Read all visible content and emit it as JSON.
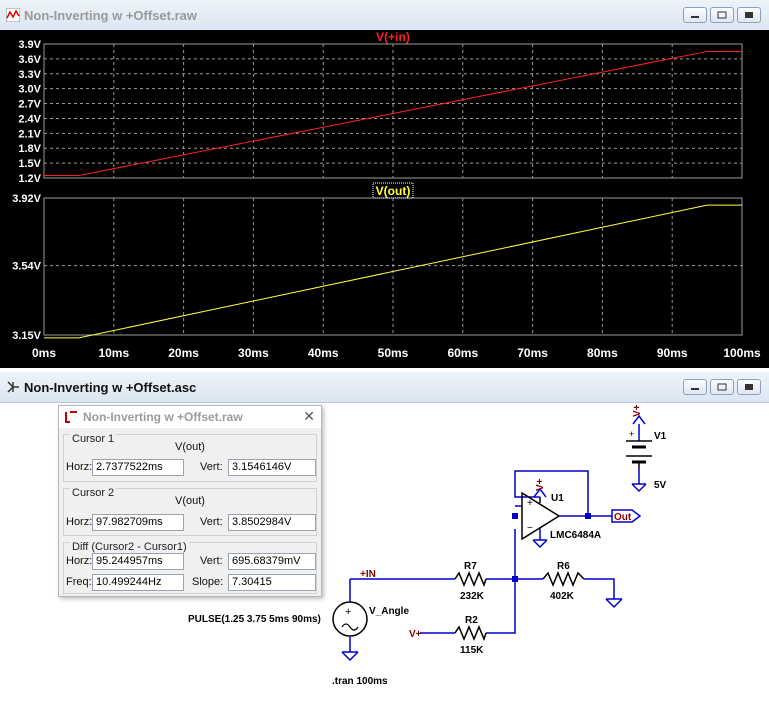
{
  "waveform_window": {
    "title": "Non-Inverting w +Offset.raw",
    "top_plot": {
      "trace_label": "V(+in)",
      "trace_color": "#ff2020",
      "y_ticks": [
        "3.9V",
        "3.6V",
        "3.3V",
        "3.0V",
        "2.7V",
        "2.4V",
        "2.1V",
        "1.8V",
        "1.5V",
        "1.2V"
      ]
    },
    "bottom_plot": {
      "trace_label": "V(out)",
      "trace_color": "#ffff40",
      "y_ticks": [
        "3.92V",
        "3.54V",
        "3.15V"
      ]
    },
    "x_ticks": [
      "0ms",
      "10ms",
      "20ms",
      "30ms",
      "40ms",
      "50ms",
      "60ms",
      "70ms",
      "80ms",
      "90ms",
      "100ms"
    ]
  },
  "chart_data": [
    {
      "type": "line",
      "series": [
        {
          "name": "V(+in)",
          "x_ms": [
            0,
            5,
            95,
            100
          ],
          "y_v": [
            1.25,
            1.25,
            3.75,
            3.75
          ]
        }
      ],
      "ylim": [
        1.2,
        3.9
      ],
      "xlim": [
        0,
        100
      ]
    },
    {
      "type": "line",
      "series": [
        {
          "name": "V(out)",
          "x_ms": [
            0,
            5,
            95,
            100
          ],
          "y_v": [
            3.134,
            3.134,
            3.88,
            3.88
          ]
        }
      ],
      "ylim": [
        3.15,
        3.92
      ],
      "xlim": [
        0,
        100
      ]
    }
  ],
  "schematic_window": {
    "title": "Non-Inverting w +Offset.asc",
    "labels": {
      "vplus_supply": "V+",
      "v1_name": "V1",
      "v1_value": "5V",
      "u1_name": "U1",
      "u1_model": "LMC6484A",
      "out_label": "Out",
      "in_label": "+IN",
      "r7_name": "R7",
      "r7_value": "232K",
      "r6_name": "R6",
      "r6_value": "402K",
      "r2_name": "R2",
      "r2_value": "115K",
      "vangle_name": "V_Angle",
      "pulse": "PULSE(1.25 3.75 5ms 90ms)",
      "vplus_r2": "V+",
      "vplus_opamp": "V+",
      "tran": ".tran 100ms"
    }
  },
  "cursor_dialog": {
    "title": "Non-Inverting w +Offset.raw",
    "cursor1": {
      "label": "Cursor 1",
      "trace": "V(out)",
      "horz_label": "Horz:",
      "horz": "2.7377522ms",
      "vert_label": "Vert:",
      "vert": "3.1546146V"
    },
    "cursor2": {
      "label": "Cursor 2",
      "trace": "V(out)",
      "horz_label": "Horz:",
      "horz": "97.982709ms",
      "vert_label": "Vert:",
      "vert": "3.8502984V"
    },
    "diff": {
      "label": "Diff (Cursor2 - Cursor1)",
      "horz_label": "Horz:",
      "horz": "95.244957ms",
      "vert_label": "Vert:",
      "vert": "695.68379mV",
      "freq_label": "Freq:",
      "freq": "10.499244Hz",
      "slope_label": "Slope:",
      "slope": "7.30415"
    }
  }
}
